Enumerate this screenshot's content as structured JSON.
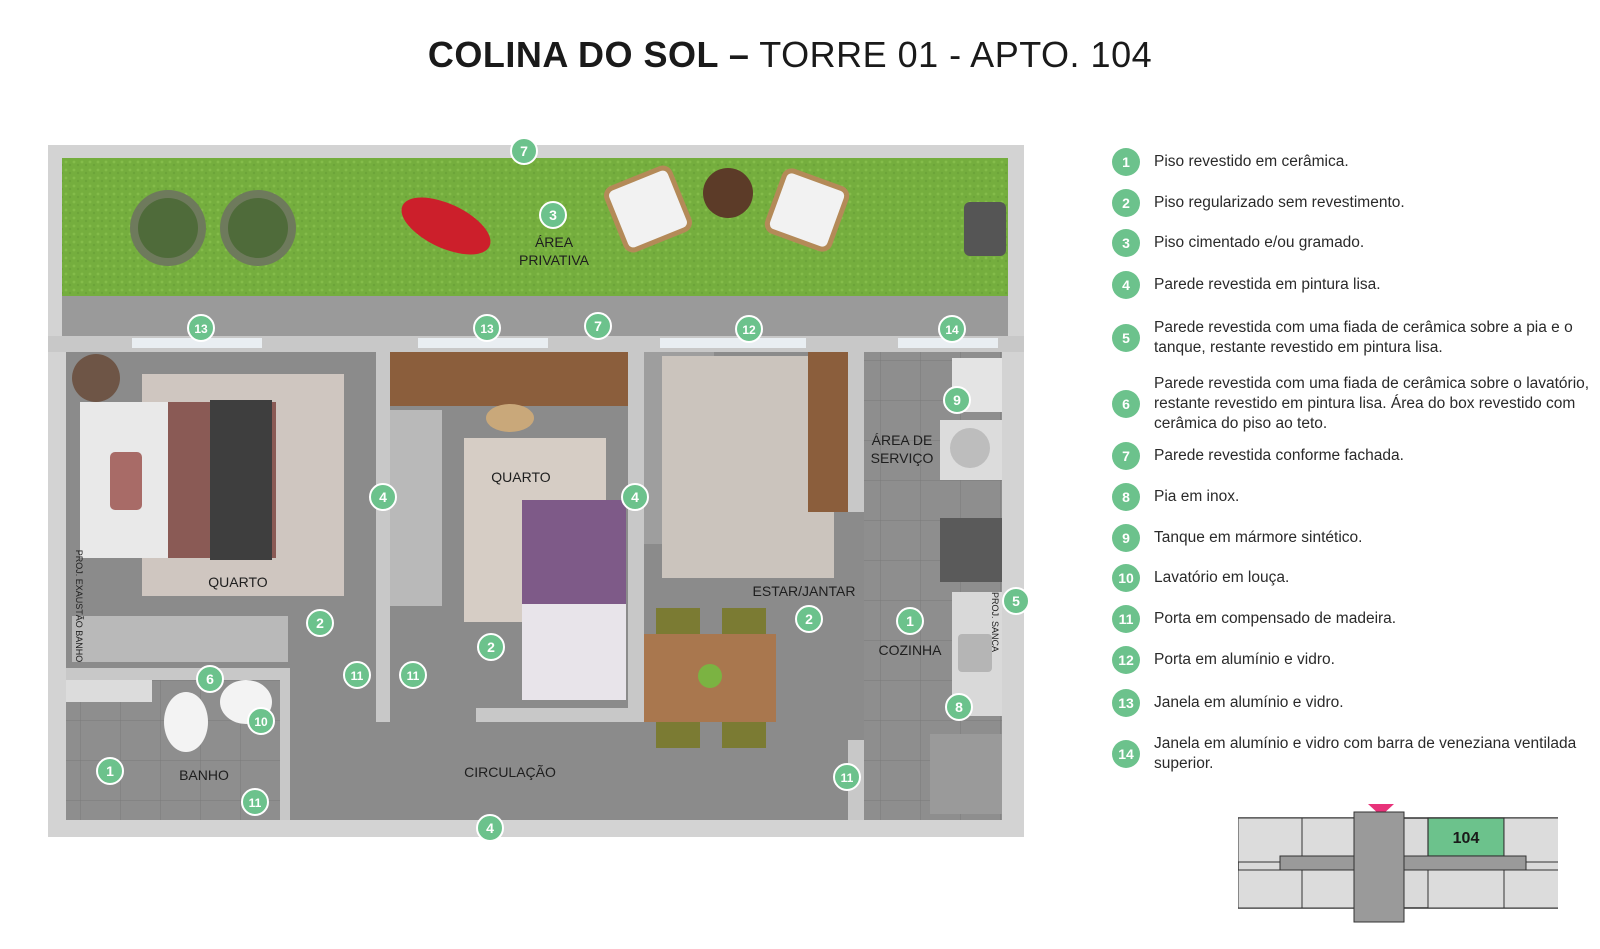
{
  "title": {
    "bold": "COLINA DO SOL –",
    "light": "TORRE 01 - APTO. 104"
  },
  "colors": {
    "badge": "#6cc28c",
    "grass": "#7bb342",
    "floor": "#8a8a8a",
    "wall": "#c8c8c8",
    "keyplan_highlight": "#6cc28c",
    "keyplan_marker": "#e8337a"
  },
  "rooms": {
    "area_privativa_1": "ÁREA",
    "area_privativa_2": "PRIVATIVA",
    "quarto_1": "QUARTO",
    "quarto_2": "QUARTO",
    "area_servico_1": "ÁREA DE",
    "area_servico_2": "SERVIÇO",
    "estar_jantar": "ESTAR/JANTAR",
    "cozinha": "COZINHA",
    "banho": "BANHO",
    "circulacao": "CIRCULAÇÃO",
    "proj_exaustao": "PROJ. EXAUSTÃO BANHO",
    "proj_sanca": "PROJ. SANCA"
  },
  "legend": [
    {
      "num": "1",
      "text": "Piso revestido em cerâmica."
    },
    {
      "num": "2",
      "text": "Piso regularizado sem revestimento."
    },
    {
      "num": "3",
      "text": "Piso cimentado e/ou gramado."
    },
    {
      "num": "4",
      "text": "Parede revestida em pintura lisa."
    },
    {
      "num": "5",
      "text": "Parede revestida com uma fiada de cerâmica sobre a pia e o tanque, restante revestido em pintura lisa."
    },
    {
      "num": "6",
      "text": "Parede revestida com uma fiada de cerâmica sobre o lavatório, restante revestido em pintura lisa. Área do box revestido com cerâmica do piso ao teto."
    },
    {
      "num": "7",
      "text": "Parede revestida conforme fachada."
    },
    {
      "num": "8",
      "text": "Pia em inox."
    },
    {
      "num": "9",
      "text": "Tanque em mármore sintético."
    },
    {
      "num": "10",
      "text": "Lavatório em louça."
    },
    {
      "num": "11",
      "text": "Porta em compensado de madeira."
    },
    {
      "num": "12",
      "text": "Porta em alumínio e vidro."
    },
    {
      "num": "13",
      "text": "Janela em alumínio e vidro."
    },
    {
      "num": "14",
      "text": "Janela em alumínio e vidro com barra de veneziana ventilada superior."
    }
  ],
  "markers": [
    {
      "num": "7"
    },
    {
      "num": "3"
    },
    {
      "num": "13"
    },
    {
      "num": "13"
    },
    {
      "num": "7"
    },
    {
      "num": "12"
    },
    {
      "num": "14"
    },
    {
      "num": "9"
    },
    {
      "num": "4"
    },
    {
      "num": "4"
    },
    {
      "num": "2"
    },
    {
      "num": "2"
    },
    {
      "num": "2"
    },
    {
      "num": "1"
    },
    {
      "num": "5"
    },
    {
      "num": "6"
    },
    {
      "num": "10"
    },
    {
      "num": "11"
    },
    {
      "num": "11"
    },
    {
      "num": "8"
    },
    {
      "num": "1"
    },
    {
      "num": "11"
    },
    {
      "num": "11"
    },
    {
      "num": "4"
    }
  ],
  "keyplan": {
    "unit": "104"
  }
}
